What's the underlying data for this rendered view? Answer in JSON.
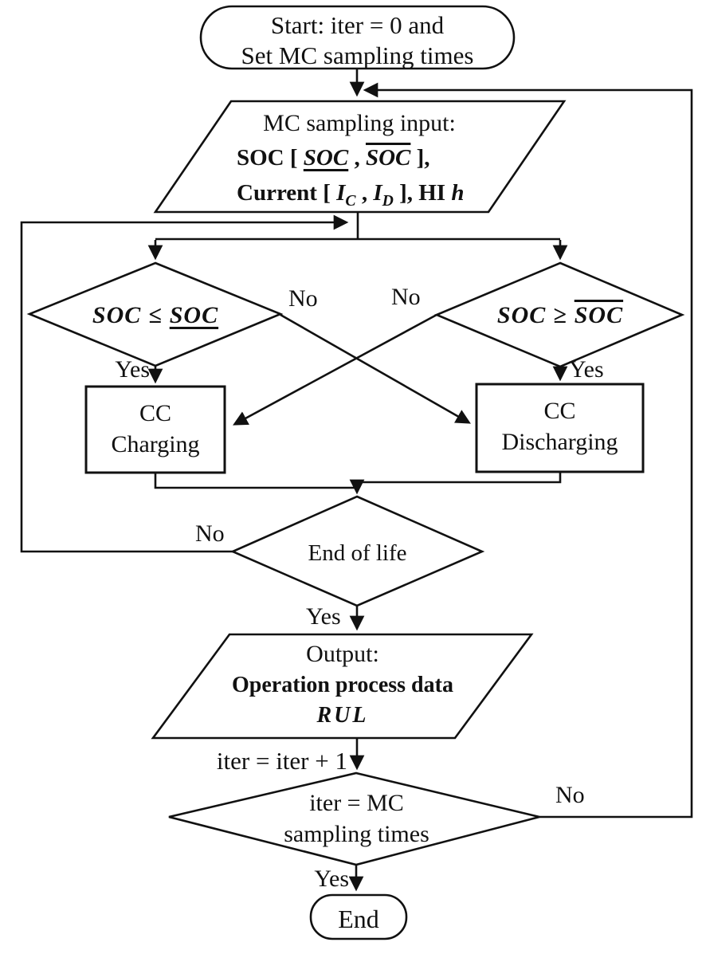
{
  "flowchart": {
    "start": {
      "line1": "Start: iter = 0 and",
      "line2": "Set MC sampling times"
    },
    "input": {
      "title": "MC sampling input:",
      "soc_prefix": "SOC [ ",
      "soc_lower": "SOC",
      "soc_comma": " , ",
      "soc_upper": "SOC",
      "soc_suffix": " ],",
      "current_prefix": "Current [ ",
      "current_charge_base": "I",
      "current_charge_sub": "C",
      "current_comma": " , ",
      "current_discharge_base": "I",
      "current_discharge_sub": "D",
      "current_suffix": " ], HI ",
      "hi_symbol": "h"
    },
    "decision_soc_low": {
      "lhs": "SOC",
      "op": "≤",
      "rhs": "SOC"
    },
    "decision_soc_high": {
      "lhs": "SOC",
      "op": "≥",
      "rhs": "SOC"
    },
    "cc_charging": {
      "line1": "CC",
      "line2": "Charging"
    },
    "cc_discharging": {
      "line1": "CC",
      "line2": "Discharging"
    },
    "decision_end_of_life": {
      "label": "End of life"
    },
    "output": {
      "line1": "Output:",
      "line2": "Operation process data",
      "line3": "RUL"
    },
    "iter_increment": "iter = iter + 1",
    "decision_iter": {
      "line1": "iter = MC",
      "line2": "sampling times"
    },
    "end": {
      "label": "End"
    },
    "labels": {
      "soc_low_yes": "Yes",
      "soc_low_no": "No",
      "soc_high_yes": "Yes",
      "soc_high_no": "No",
      "eol_yes": "Yes",
      "eol_no": "No",
      "iter_yes": "Yes",
      "iter_no": "No"
    },
    "colors": {
      "line": "#111111",
      "background": "#ffffff"
    }
  }
}
